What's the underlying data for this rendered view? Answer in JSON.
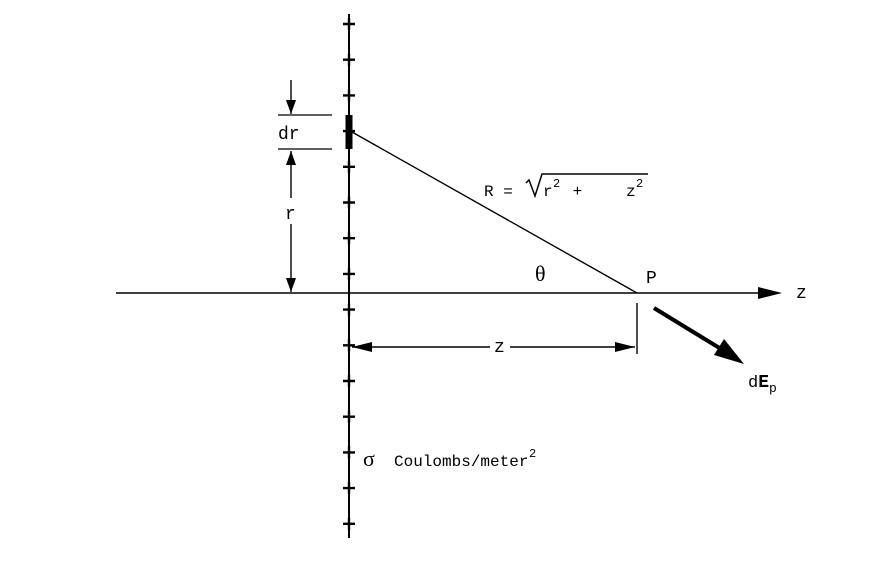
{
  "labels": {
    "dr": "dr",
    "r": "r",
    "R_prefix": "R = ",
    "R_radicand_r": "r",
    "R_exp_r": "2",
    "R_plus": " + ",
    "R_radicand_z": "z",
    "R_exp_z": "2",
    "theta": "θ",
    "P": "P",
    "z_axis": "z",
    "z_distance": "z",
    "dE_d": "d",
    "dE_E": "E",
    "dE_sub": "p",
    "sigma": "σ",
    "sigma_units": "Coulombs/meter",
    "sigma_exp": "2"
  },
  "plus_count": 15
}
